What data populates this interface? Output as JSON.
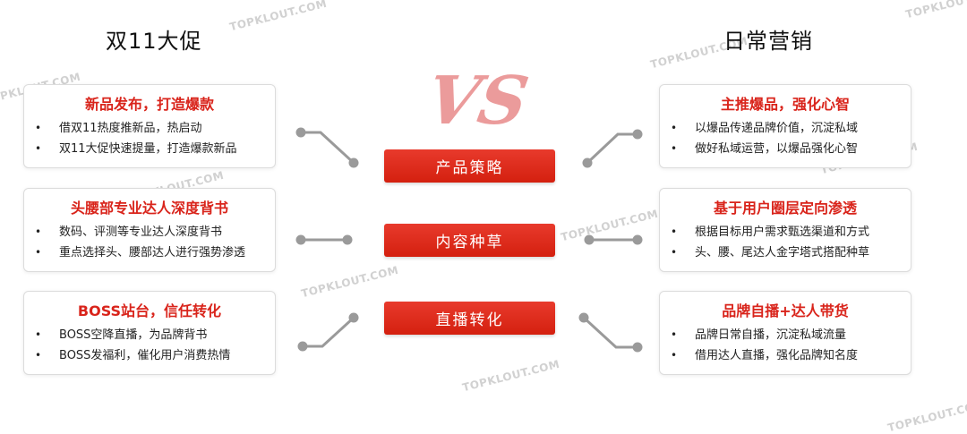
{
  "left_heading": "双11大促",
  "right_heading": "日常营销",
  "vs_label": "VS",
  "watermark": "TOPKLOUT.COM",
  "center": [
    "产品策略",
    "内容种草",
    "直播转化"
  ],
  "left_cards": [
    {
      "title": "新品发布，打造爆款",
      "items": [
        "借双11热度推新品，热启动",
        "双11大促快速提量，打造爆款新品"
      ]
    },
    {
      "title": "头腰部专业达人深度背书",
      "items": [
        "数码、评测等专业达人深度背书",
        "重点选择头、腰部达人进行强势渗透"
      ]
    },
    {
      "title": "BOSS站台，信任转化",
      "items": [
        "BOSS空降直播，为品牌背书",
        "BOSS发福利，催化用户消费热情"
      ]
    }
  ],
  "right_cards": [
    {
      "title": "主推爆品，强化心智",
      "items": [
        "以爆品传递品牌价值，沉淀私域",
        "做好私域运营，以爆品强化心智"
      ]
    },
    {
      "title": "基于用户圈层定向渗透",
      "items": [
        "根据目标用户需求甄选渠道和方式",
        "头、腰、尾达人金字塔式搭配种草"
      ]
    },
    {
      "title": "品牌自播+达人带货",
      "items": [
        "品牌日常自播，沉淀私域流量",
        "借用达人直播，强化品牌知名度"
      ]
    }
  ],
  "colors": {
    "accent": "#d9241b",
    "connector": "#9a9a9a"
  }
}
